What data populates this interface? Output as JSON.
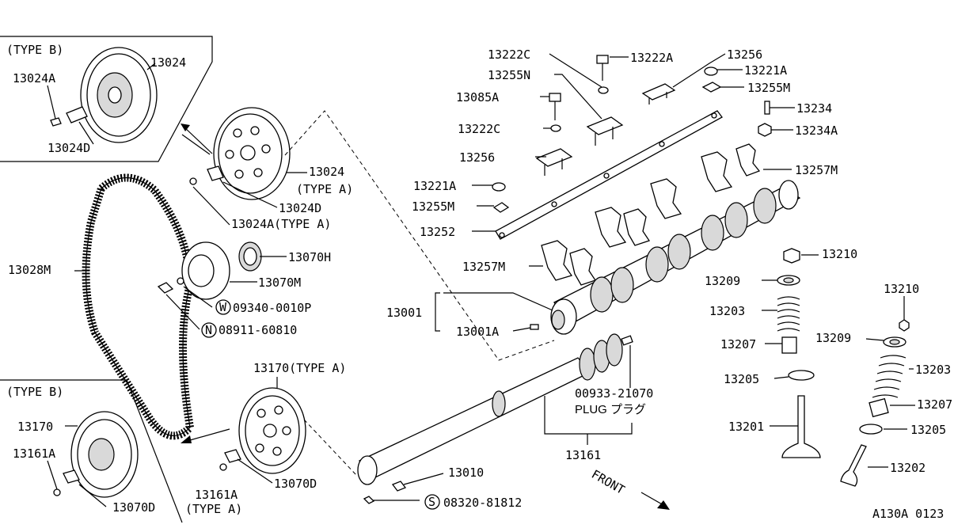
{
  "labels": {
    "type_b_top": "(TYPE B)",
    "p13024_top": "13024",
    "p13024A_top": "13024A",
    "p13024D_top": "13024D",
    "p13024_typeA": "13024",
    "type_a_1": "(TYPE A)",
    "p13024D": "13024D",
    "p13024A_typeA": "13024A(TYPE A)",
    "p13028M": "13028M",
    "p13070H": "13070H",
    "p13070M": "13070M",
    "w_symbol": "W",
    "w_part": "09340-0010P",
    "n_symbol": "N",
    "n_part": "08911-60810",
    "p13170_typeA": "13170(TYPE A)",
    "type_b_bottom": "(TYPE B)",
    "p13170": "13170",
    "p13161A": "13161A",
    "p13070D_left": "13070D",
    "p13161A_typeA": "13161A",
    "type_a_2": "(TYPE A)",
    "p13070D": "13070D",
    "p13222C_top": "13222C",
    "p13222A": "13222A",
    "p13256_top": "13256",
    "p13255N": "13255N",
    "p13221A_right": "13221A",
    "p13085A": "13085A",
    "p13255M_right": "13255M",
    "p13222C": "13222C",
    "p13234": "13234",
    "p13256": "13256",
    "p13234A": "13234A",
    "p13221A": "13221A",
    "p13257M_right": "13257M",
    "p13255M": "13255M",
    "p13252": "13252",
    "p13257M": "13257M",
    "p13210": "13210",
    "p13001": "13001",
    "p13209": "13209",
    "p13210_right": "13210",
    "p13203": "13203",
    "p13001A": "13001A",
    "p13209_right": "13209",
    "p13207": "13207",
    "p13203_right": "13203",
    "p13205": "13205",
    "plug_part": "00933-21070",
    "plug_text": "PLUG プラグ",
    "p13207_right": "13207",
    "p13201": "13201",
    "p13205_right": "13205",
    "p13161": "13161",
    "p13010": "13010",
    "p13202": "13202",
    "front": "FRONT",
    "s_symbol": "S",
    "s_part": "08320-81812",
    "figure_code": "A130A 0123"
  }
}
